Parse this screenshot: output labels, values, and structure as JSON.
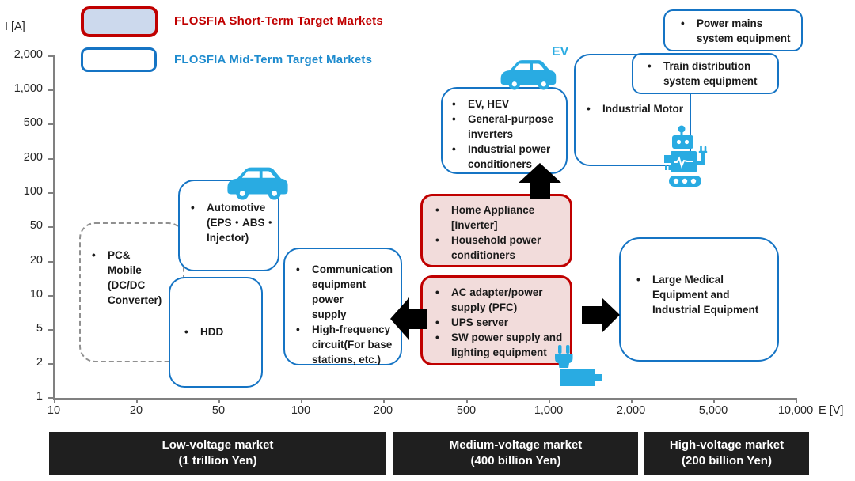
{
  "bullet": "•",
  "colors": {
    "short_term_border": "#c00000",
    "short_term_fill": "#f2dcdb",
    "legend_short_fill": "#ccd9ed",
    "mid_term_border": "#1574c4",
    "legend_mid_text": "#1e8bce",
    "icon_cyan": "#29abe2",
    "arrow": "#000000",
    "axis_gray": "#808080",
    "bar_background": "#1f1f1f",
    "bar_text": "#ffffff"
  },
  "legend": {
    "short_term": {
      "label": "FLOSFIA Short-Term Target Markets"
    },
    "mid_term": {
      "label": "FLOSFIA Mid-Term Target Markets"
    }
  },
  "icons": {
    "ev_label": "EV"
  },
  "chart_data": {
    "type": "scatter",
    "title": "FLOSFIA short-term and mid-term target markets mapped by operating voltage and current",
    "xlabel": "E [V]",
    "ylabel": "I [A]",
    "x_scale": "log",
    "y_scale": "log",
    "xlim": [
      10,
      10000
    ],
    "ylim": [
      1,
      2000
    ],
    "x_ticks": [
      "10",
      "20",
      "50",
      "100",
      "200",
      "500",
      "1,000",
      "2,000",
      "5,000",
      "10,000"
    ],
    "y_ticks": [
      "2,000",
      "1,000",
      "500",
      "200",
      "100",
      "50",
      "20",
      "10",
      "5",
      "2",
      "1"
    ],
    "regions": [
      {
        "id": "pc-mobile",
        "category": "other",
        "style": "dashed-gray",
        "E_approx": [
          12,
          35
        ],
        "I_approx": [
          2,
          55
        ],
        "items": [
          "PC&\nMobile\n(DC/DC\nConverter)"
        ]
      },
      {
        "id": "automotive",
        "category": "mid-term",
        "style": "blue",
        "E_approx": [
          33,
          85
        ],
        "I_approx": [
          15,
          130
        ],
        "items": [
          "Automotive\n(EPS・ABS・\nInjector)"
        ]
      },
      {
        "id": "hdd",
        "category": "mid-term",
        "style": "blue",
        "E_approx": [
          28,
          75
        ],
        "I_approx": [
          1,
          12
        ],
        "items": [
          "HDD"
        ]
      },
      {
        "id": "communication",
        "category": "mid-term",
        "style": "blue",
        "E_approx": [
          95,
          250
        ],
        "I_approx": [
          2,
          25
        ],
        "items": [
          "Communication\nequipment power\nsupply",
          "High-frequency\ncircuit(For base\nstations, etc.)"
        ]
      },
      {
        "id": "home-appliance",
        "category": "short-term",
        "style": "red",
        "E_approx": [
          280,
          1250
        ],
        "I_approx": [
          17,
          95
        ],
        "items": [
          "Home Appliance\n[Inverter]",
          "Household power\nconditioners"
        ]
      },
      {
        "id": "ac-adapter",
        "category": "short-term",
        "style": "red",
        "E_approx": [
          280,
          1250
        ],
        "I_approx": [
          2,
          13
        ],
        "items": [
          "AC adapter/power\nsupply (PFC)",
          "UPS server",
          "SW power supply and\nlighting equipment"
        ]
      },
      {
        "id": "ev-hev",
        "category": "mid-term",
        "style": "blue",
        "E_approx": [
          380,
          1200
        ],
        "I_approx": [
          215,
          1050
        ],
        "items": [
          "EV, HEV",
          "General-purpose\ninverters",
          "Industrial power\nconditioners"
        ]
      },
      {
        "id": "industrial-motor",
        "category": "mid-term",
        "style": "blue",
        "E_approx": [
          1300,
          3900
        ],
        "I_approx": [
          180,
          2000
        ],
        "items": [
          "Industrial  Motor"
        ]
      },
      {
        "id": "train-distribution",
        "category": "mid-term",
        "style": "blue",
        "E_approx": [
          2000,
          8800
        ],
        "I_approx": [
          950,
          2050
        ],
        "items": [
          "Train distribution\nsystem equipment"
        ]
      },
      {
        "id": "power-mains",
        "category": "mid-term",
        "style": "blue",
        "E_approx": [
          2700,
          10000
        ],
        "I_approx": [
          2000,
          6000
        ],
        "items": [
          "Power mains\nsystem equipment"
        ]
      },
      {
        "id": "large-medical",
        "category": "mid-term",
        "style": "blue",
        "E_approx": [
          1900,
          8800
        ],
        "I_approx": [
          2,
          32
        ],
        "items": [
          "Large Medical\nEquipment and\nIndustrial Equipment"
        ]
      }
    ]
  },
  "market_bars": [
    {
      "title": "Low-voltage market",
      "subtitle": "(1 trillion Yen)"
    },
    {
      "title": "Medium-voltage market",
      "subtitle": "(400 billion Yen)"
    },
    {
      "title": "High-voltage market",
      "subtitle": "(200 billion Yen)"
    }
  ]
}
